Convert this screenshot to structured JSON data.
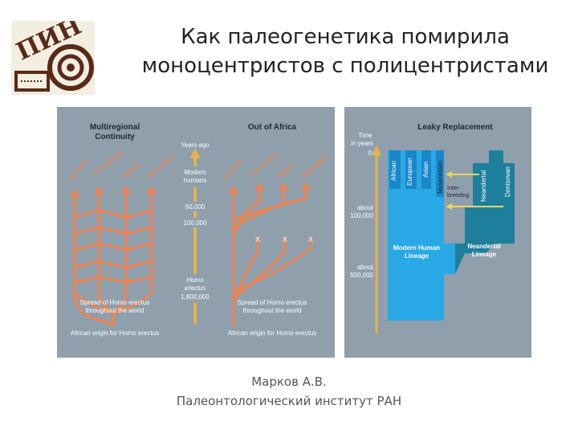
{
  "slide": {
    "title_line1": "Как палеогенетика помирила",
    "title_line2": "моноцентристов с полицентристами",
    "author": "Марков А.В.",
    "institute": "Палеонтологический институт РАН"
  },
  "logo": {
    "text": "ПИН",
    "label": "ПИН logo with ammonite"
  },
  "left_panel": {
    "mr_title1": "Multiregional",
    "mr_title2": "Continuity",
    "ooa_title": "Out of Africa",
    "years_ago": "Years ago",
    "modern_humans1": "Modern",
    "modern_humans2": "humans",
    "t50": "50,000",
    "t100": "100,000",
    "homo_erectus1": "Homo",
    "homo_erectus2": "erectus",
    "t1800": "1,800,000",
    "groups": [
      "Africans",
      "Europeans",
      "Asians",
      "Australians"
    ],
    "spread1": "Spread of Homo erectus",
    "spread2": "throughout the world",
    "african_origin": "African origin for Homo erectus",
    "extinct_mark": "X"
  },
  "right_panel": {
    "title": "Leaky Replacement",
    "time1": "Time",
    "time2": "in years",
    "t0": "0",
    "about100_1": "about",
    "about100_2": "100,000",
    "about500_1": "about",
    "about500_2": "500,000",
    "columns": [
      "African",
      "European",
      "Asian",
      "Melanesian",
      "Neandertal",
      "Denisovan"
    ],
    "interbreeding1": "Inter-",
    "interbreeding2": "breeding",
    "modern1": "Modern Human",
    "modern2": "Lineage",
    "neander1": "Neandertal",
    "neander2": "Lineage"
  },
  "colors": {
    "panel_bg": "#8f9fab",
    "orange": "#f0824e",
    "gold": "#e8b24a",
    "blue": "#29a8e6",
    "blue_dark": "#1a87c9",
    "teal": "#1d7f9c",
    "dark_text": "#1f2a33"
  }
}
